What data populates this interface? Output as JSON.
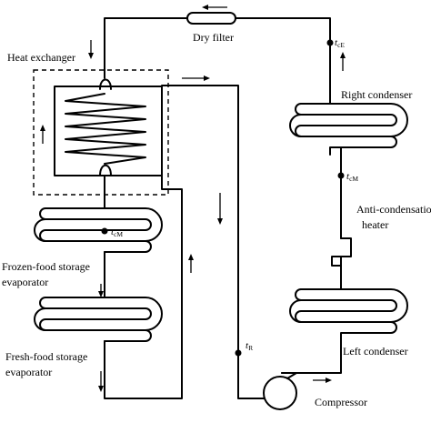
{
  "labels": {
    "dry_filter": "Dry filter",
    "heat_exchanger": "Heat exchanger",
    "right_condenser": "Right condenser",
    "anti_condensation_1": "Anti-condensation",
    "anti_condensation_2": "heater",
    "frozen_1": "Frozen-food  storage",
    "frozen_2": "evaporator",
    "fresh_1": "Fresh-food  storage",
    "fresh_2": "evaporator",
    "left_condenser": "Left condenser",
    "compressor": "Compressor"
  },
  "symbols": {
    "t_cE": {
      "main": "t",
      "sub": "cE"
    },
    "t_cM_right": {
      "main": "t",
      "sub": "cM"
    },
    "t_cM_evap": {
      "main": "t",
      "sub": "cM"
    },
    "t_R": {
      "main": "t",
      "sub": "R"
    }
  }
}
